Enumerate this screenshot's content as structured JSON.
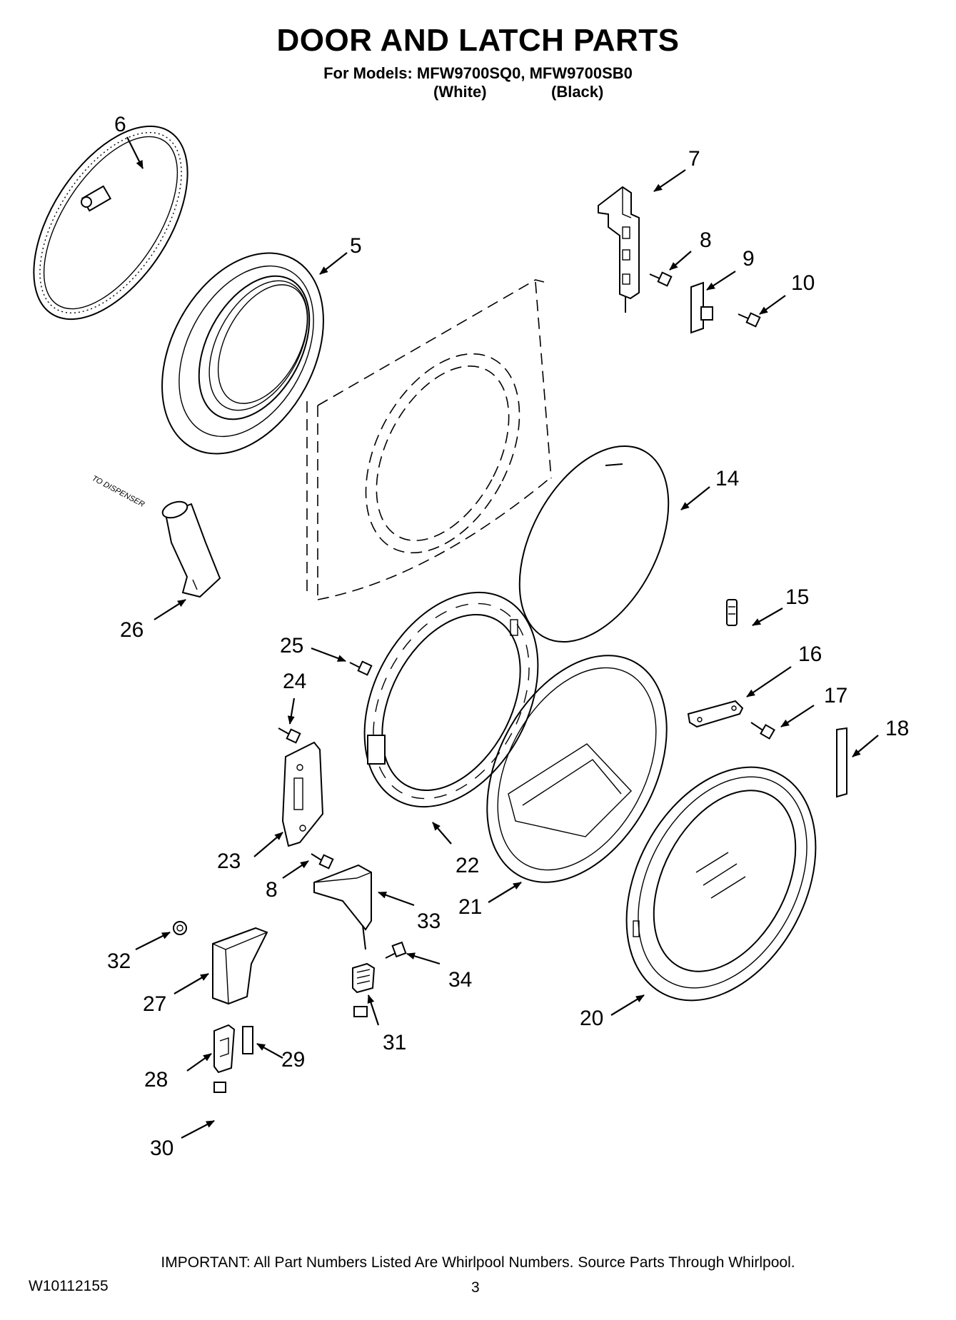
{
  "header": {
    "title": "DOOR AND LATCH PARTS",
    "models_line": "For Models: MFW9700SQ0, MFW9700SB0",
    "variant_white": "(White)",
    "variant_black": "(Black)"
  },
  "callouts": {
    "c5": "5",
    "c6": "6",
    "c7": "7",
    "c8a": "8",
    "c8b": "8",
    "c9": "9",
    "c10": "10",
    "c14": "14",
    "c15": "15",
    "c16": "16",
    "c17": "17",
    "c18": "18",
    "c20": "20",
    "c21": "21",
    "c22": "22",
    "c23": "23",
    "c24": "24",
    "c25": "25",
    "c26": "26",
    "c27": "27",
    "c28": "28",
    "c29": "29",
    "c30": "30",
    "c31": "31",
    "c32": "32",
    "c33": "33",
    "c34": "34"
  },
  "annotations": {
    "to_dispenser": "TO DISPENSER"
  },
  "footer": {
    "important_note": "IMPORTANT: All Part Numbers Listed Are Whirlpool Numbers. Source Parts Through Whirlpool.",
    "document_id": "W10112155",
    "page_number": "3"
  }
}
